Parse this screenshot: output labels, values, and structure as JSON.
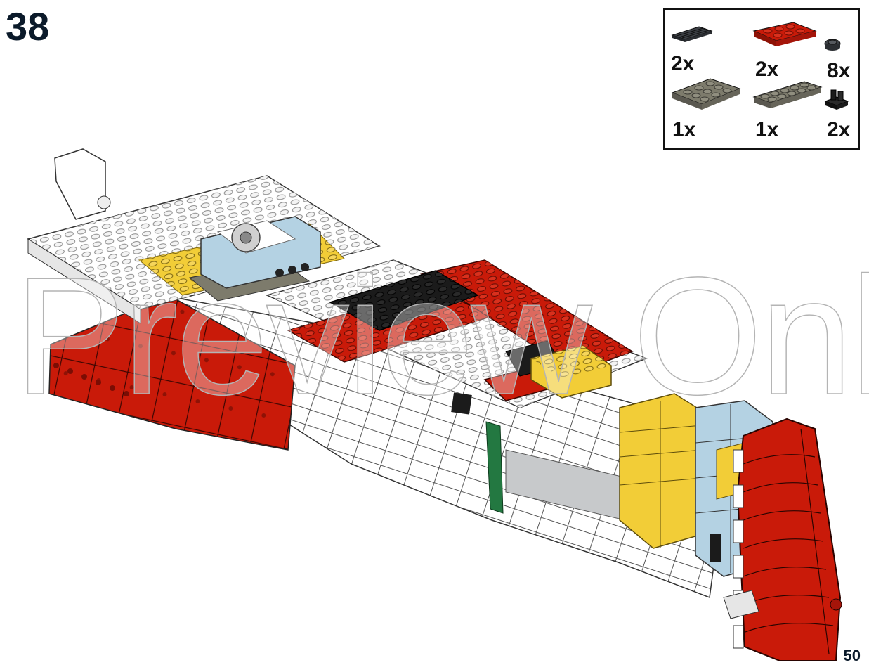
{
  "step": {
    "number": "38"
  },
  "page": {
    "number": "50"
  },
  "parts": [
    {
      "icon": "dark-grey-grille-tile-icon",
      "color": "#3b3f44",
      "quantity": "2x"
    },
    {
      "icon": "red-plate-2x4-icon",
      "color": "#c91a09",
      "quantity": "2x"
    },
    {
      "icon": "dark-grey-round-plate-icon",
      "color": "#3b3f44",
      "quantity": "8x"
    },
    {
      "icon": "dark-tan-plate-4x6-icon",
      "color": "#7d7b6c",
      "quantity": "1x"
    },
    {
      "icon": "dark-tan-plate-2x6-icon",
      "color": "#7d7b6c",
      "quantity": "1x"
    },
    {
      "icon": "black-clip-plate-icon",
      "color": "#1b1b1b",
      "quantity": "2x"
    }
  ],
  "watermark": {
    "text": "Preview Only"
  },
  "colors": {
    "red": "#c91a09",
    "white": "#ffffff",
    "yellow": "#f2cd37",
    "light-blue": "#b4d2e3",
    "black": "#1b1b1b",
    "dark-tan": "#7d7b6c",
    "light-grey": "#a0a5a9",
    "green": "#237841"
  }
}
